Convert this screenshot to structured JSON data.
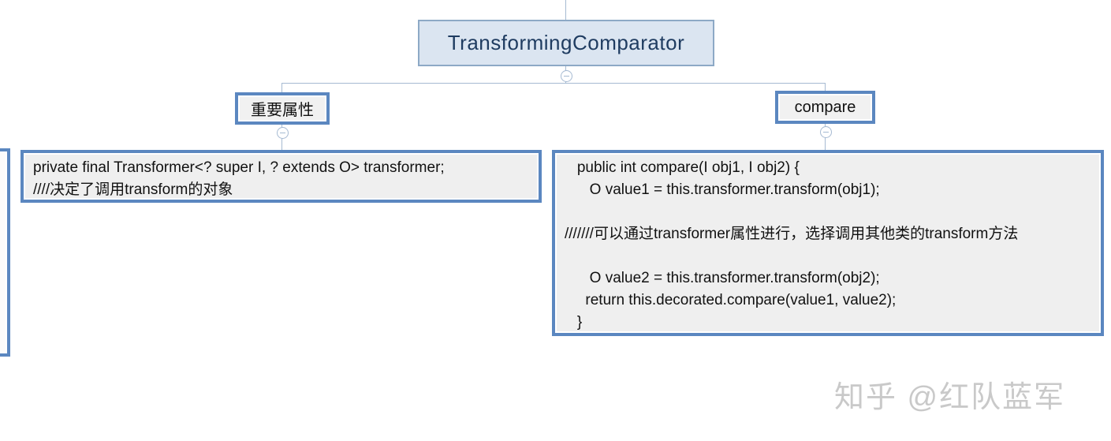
{
  "mindmap": {
    "root": {
      "label": "TransformingComparator"
    },
    "branches": [
      {
        "label": "重要属性",
        "code": [
          "private final Transformer<? super I, ? extends O> transformer;",
          "////决定了调用transform的对象"
        ]
      },
      {
        "label": "compare",
        "code": [
          "   public int compare(I obj1, I obj2) {",
          "      O value1 = this.transformer.transform(obj1);",
          "",
          "///////可以通过transformer属性进行，选择调用其他类的transform方法",
          "",
          "      O value2 = this.transformer.transform(obj2);",
          "     return this.decorated.compare(value1, value2);",
          "   }"
        ]
      }
    ]
  },
  "watermark": {
    "text": "知乎 @红队蓝军"
  },
  "colors": {
    "root_fill": "#dbe5f1",
    "root_border": "#8da9c6",
    "root_text": "#1f3c61",
    "topic_border": "#5b87c0",
    "topic_fill": "#f1f1f1",
    "codebox_fill": "#efefef",
    "connector_line": "#a6bad2",
    "watermark_text": "#c9c9c9"
  }
}
